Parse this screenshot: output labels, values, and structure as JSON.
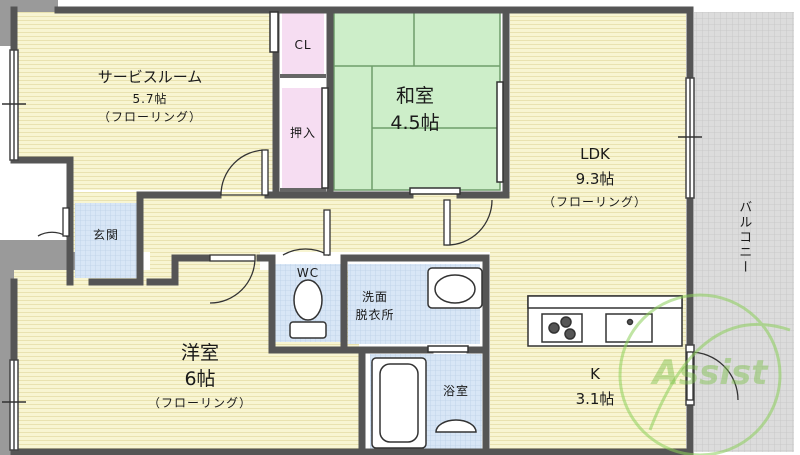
{
  "floorplan": {
    "rooms": {
      "service_room": {
        "name": "サービスルーム",
        "size": "5.7帖",
        "floor": "（フローリング）"
      },
      "washitsu": {
        "name": "和室",
        "size": "4.5帖"
      },
      "ldk": {
        "name": "LDK",
        "size": "9.3帖",
        "floor": "（フローリング）"
      },
      "yoshitsu": {
        "name": "洋室",
        "size": "6帖",
        "floor": "（フローリング）"
      },
      "kitchen": {
        "name": "K",
        "size": "3.1帖"
      },
      "closet": "CL",
      "oshiire": "押入",
      "genkan": "玄関",
      "wc": "WC",
      "senmen_line1": "洗面",
      "senmen_line2": "脱衣所",
      "yokushitsu": "浴室",
      "balcony": "バルコニー"
    },
    "watermark": "Assist",
    "colors": {
      "flooring": "#f7f3cc",
      "tatami": "#cdeec9",
      "closet": "#f6ddf2",
      "wet_area": "#d7e6f5",
      "balcony": "#dedede",
      "wall": "#5a5a5a",
      "watermark": "#7cc04a"
    }
  }
}
